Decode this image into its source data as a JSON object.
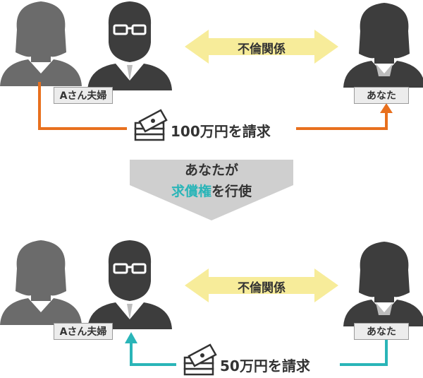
{
  "top": {
    "couple_label": "Aさん夫婦",
    "you_label": "あなた",
    "relation_label": "不倫関係",
    "claim_label": "100万円を請求"
  },
  "middle": {
    "line1": "あなたが",
    "highlight": "求償権",
    "suffix": "を行使"
  },
  "bottom": {
    "couple_label": "Aさん夫婦",
    "you_label": "あなた",
    "relation_label": "不倫関係",
    "claim_label": "50万円を請求"
  },
  "colors": {
    "orange": "#e8701e",
    "teal": "#2ab5b8",
    "yellow_arrow": "#f7ec9a",
    "gray_arrow": "#cfcfcf",
    "person_dark": "#3d3d3d",
    "person_light": "#6b6b6b"
  }
}
